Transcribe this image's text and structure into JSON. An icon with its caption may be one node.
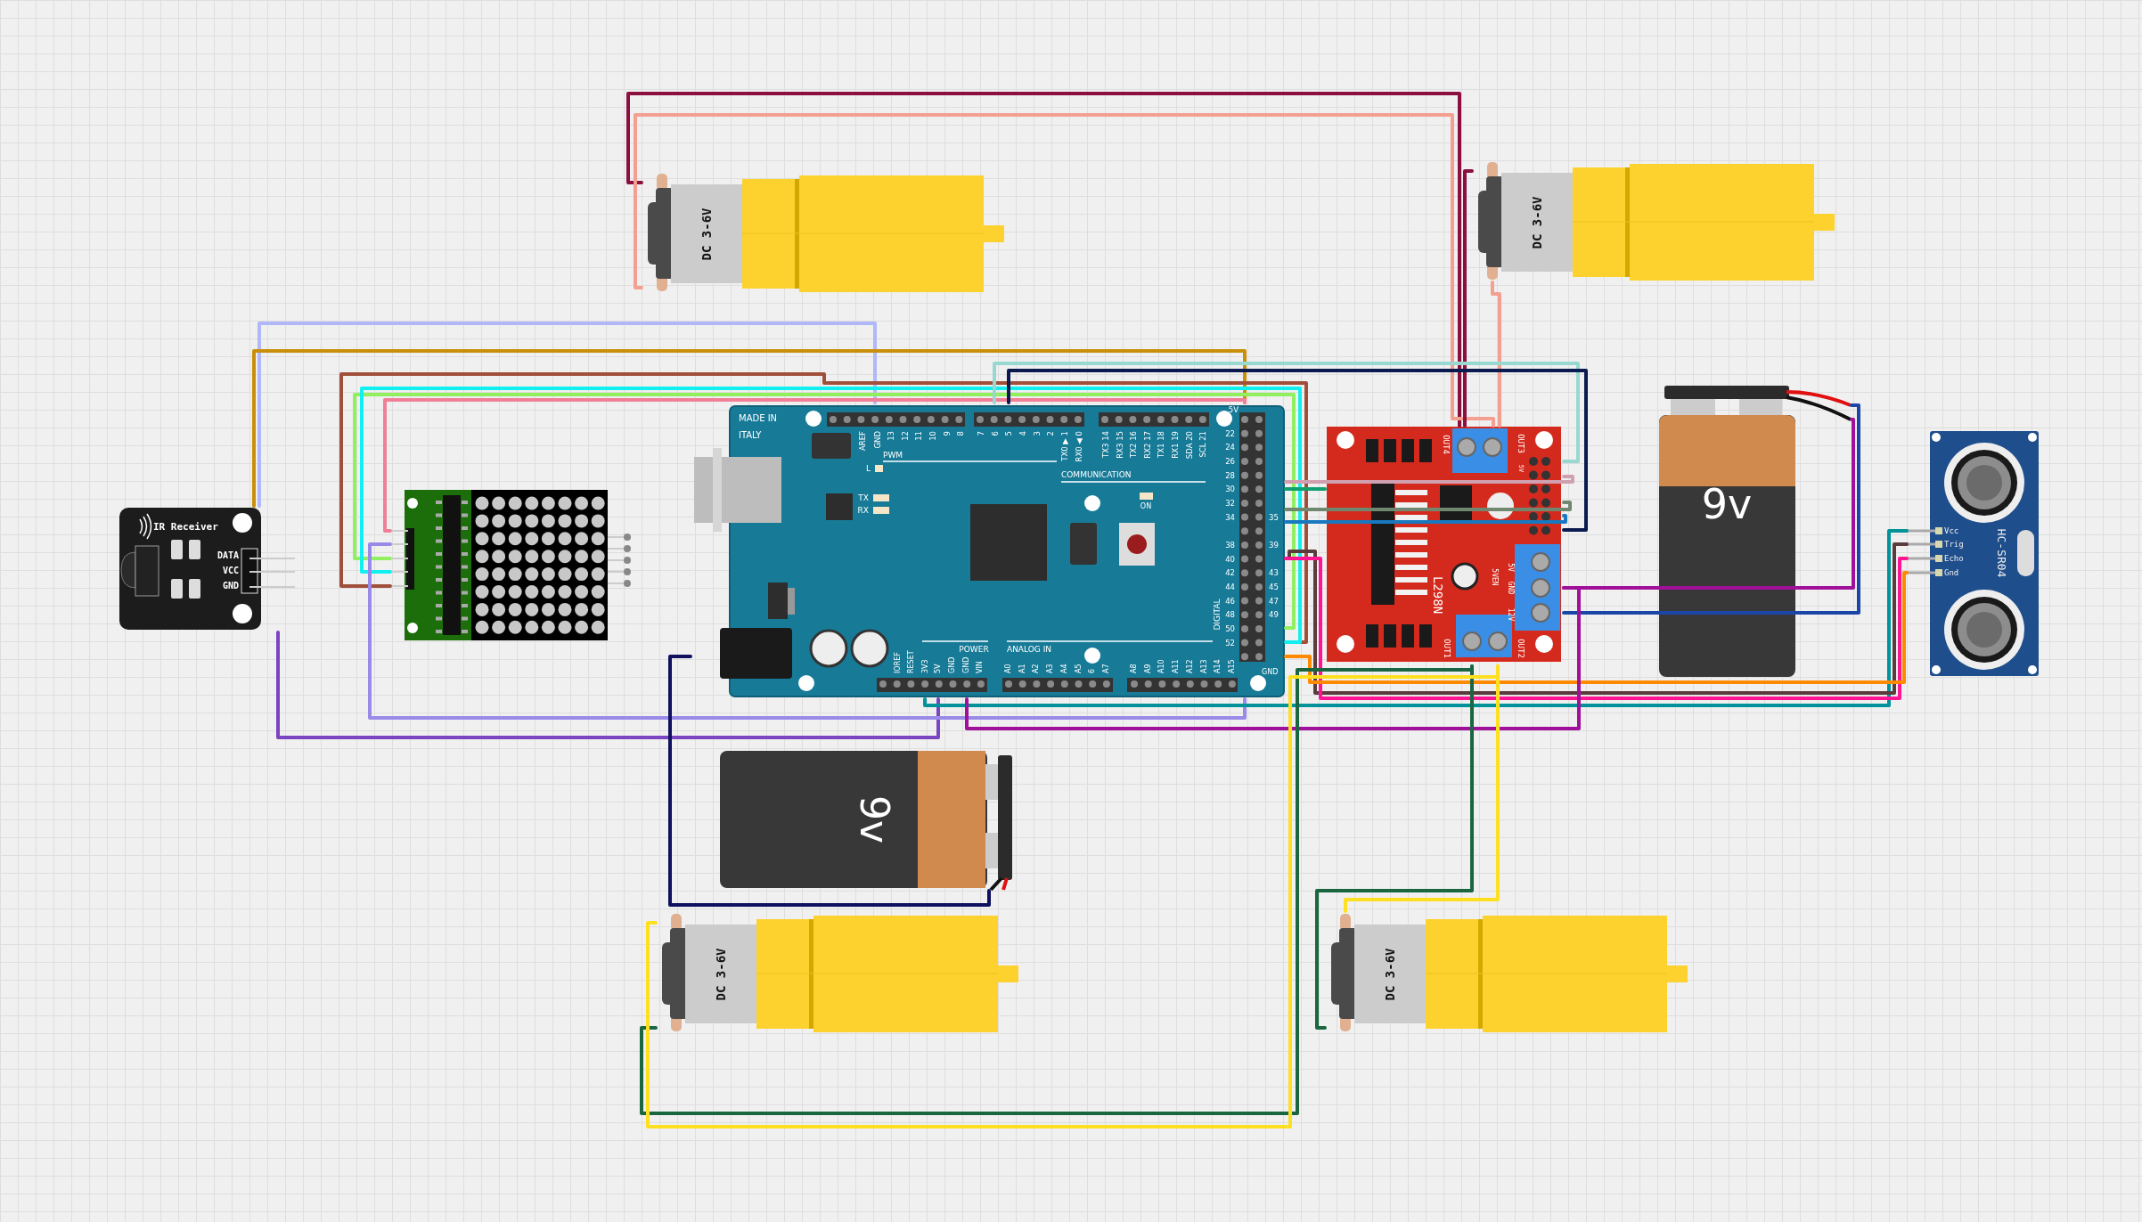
{
  "diagram": {
    "nodes": [
      {
        "text": [
          "DC 3-6V"
        ]
      },
      {
        "text": [
          "DC 3-6V"
        ]
      },
      {
        "text": [
          "IR Receiver",
          "DATA",
          "VCC",
          "GND"
        ]
      },
      {
        "text": [],
        "shape": "picture"
      },
      {
        "text": [
          "MADE IN",
          "ITALY",
          "AREF",
          "GND",
          "13",
          "12",
          "11",
          "10",
          "9",
          "8",
          "7",
          "6",
          "5",
          "4",
          "3",
          "2",
          "TX0 ▶ 1",
          "RX0 ◀ 0",
          "TX3 14",
          "RX3 15",
          "TX2 16",
          "RX2 17",
          "TX1 18",
          "RX1 19",
          "SDA 20",
          "SCL 21",
          "PWM",
          "COMMUNICATION",
          "L",
          "TX",
          "RX",
          "ON",
          "5V",
          "22",
          "24",
          "26",
          "28",
          "30",
          "32",
          "34",
          "38",
          "40",
          "42",
          "44",
          "46",
          "48",
          "50",
          "52",
          "35",
          "39",
          "43",
          "45",
          "47",
          "49",
          "DIGITAL",
          "GND",
          "IOREF",
          "RESET",
          "3V3",
          "5V",
          "GND",
          "GND",
          "VIN",
          "POWER",
          "ANALOG IN",
          "A0",
          "A1",
          "A2",
          "A3",
          "A4",
          "A5",
          "6",
          "A7",
          "A8",
          "A9",
          "A10",
          "A11",
          "A12",
          "A13",
          "A14",
          "A15"
        ]
      },
      {
        "text": [
          "OUT4",
          "OUT3",
          "5V",
          "L298N",
          "5VEN",
          "5V",
          "GND",
          "12V",
          "OUT1",
          "OUT2"
        ]
      },
      {
        "text": [
          "9v"
        ]
      },
      {
        "text": [
          "Vcc",
          "Trig",
          "Echo",
          "Gnd",
          "HC-SR04"
        ]
      },
      {
        "text": [
          "9v"
        ]
      },
      {
        "text": [
          "DC 3-6V"
        ]
      },
      {
        "text": [
          "DC 3-6V"
        ]
      }
    ],
    "edges": [
      {
        "from": 0,
        "to": 5,
        "arrow": "none",
        "color": "#8b1040"
      },
      {
        "from": 0,
        "to": 5,
        "arrow": "none",
        "color": "#f4a090"
      },
      {
        "from": 1,
        "to": 5,
        "arrow": "none",
        "color": "#8b1040"
      },
      {
        "from": 1,
        "to": 5,
        "arrow": "none",
        "color": "#f4a090"
      },
      {
        "from": 2,
        "to": 4,
        "arrow": "none",
        "color": "#b0b8f8"
      },
      {
        "from": 2,
        "to": 4,
        "arrow": "none",
        "color": "#c8900a"
      },
      {
        "from": 2,
        "to": 4,
        "arrow": "none",
        "color": "#7b44c0"
      },
      {
        "from": 3,
        "to": 4,
        "arrow": "none",
        "color": "#a0503a"
      },
      {
        "from": 3,
        "to": 4,
        "arrow": "none",
        "color": "#90f060"
      },
      {
        "from": 3,
        "to": 4,
        "arrow": "none",
        "color": "#10f0f0"
      },
      {
        "from": 3,
        "to": 4,
        "arrow": "none",
        "color": "#f08098"
      },
      {
        "from": 3,
        "to": 4,
        "arrow": "none",
        "color": "#9a8ae8"
      },
      {
        "from": 4,
        "to": 5,
        "arrow": "none",
        "color": "#98d8d0"
      },
      {
        "from": 4,
        "to": 5,
        "arrow": "none",
        "color": "#0b1b50"
      },
      {
        "from": 4,
        "to": 5,
        "arrow": "none",
        "color": "#10a070"
      },
      {
        "from": 4,
        "to": 5,
        "arrow": "none",
        "color": "#d0a0b0"
      },
      {
        "from": 4,
        "to": 5,
        "arrow": "none",
        "color": "#708870"
      },
      {
        "from": 4,
        "to": 5,
        "arrow": "none",
        "color": "#1878c0"
      },
      {
        "from": 4,
        "to": 7,
        "arrow": "none",
        "color": "#00939a"
      },
      {
        "from": 4,
        "to": 8,
        "arrow": "none",
        "color": "#101060"
      },
      {
        "from": 7,
        "to": 4,
        "arrow": "none",
        "color": "#5a3c3c"
      },
      {
        "from": 7,
        "to": 4,
        "arrow": "none",
        "color": "#ff1493"
      },
      {
        "from": 7,
        "to": 4,
        "arrow": "none",
        "color": "#ff8a00"
      },
      {
        "from": 6,
        "to": 5,
        "arrow": "none",
        "color": "#1a46a8"
      },
      {
        "from": 6,
        "to": 5,
        "arrow": "none",
        "color": "#a0109a"
      },
      {
        "from": 4,
        "to": 5,
        "arrow": "none",
        "color": "#a0109a"
      },
      {
        "from": 5,
        "to": 10,
        "arrow": "none",
        "color": "#1a6640"
      },
      {
        "from": 5,
        "to": 9,
        "arrow": "none",
        "color": "#1a6640"
      },
      {
        "from": 5,
        "to": 10,
        "arrow": "none",
        "color": "#ffe020"
      },
      {
        "from": 5,
        "to": 9,
        "arrow": "none",
        "color": "#ffe020"
      }
    ]
  }
}
